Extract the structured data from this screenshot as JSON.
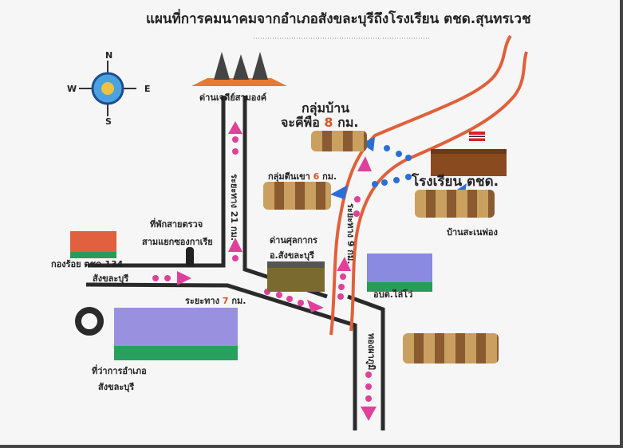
{
  "title": "แผนที่การคมนาคมจากอำเภอสังขละบุรีถึงโรงเรียน ตชด.สุนทรเวช",
  "compass": {
    "n": "N",
    "e": "E",
    "s": "S",
    "w": "W"
  },
  "places": {
    "three_pagodas": "ด่านเจดีย์สามองค์",
    "jakhipho_line1": "กลุ่มบ้าน",
    "jakhipho_line2": "จะคีพือ",
    "jakhipho_km": "8",
    "km": "กม.",
    "tinkhao": "กลุ่มตีนเขา",
    "tinkhao_km": "6",
    "school": "โรงเรียน ตชด.",
    "sanephong": "บ้านสะเนพ่อง",
    "checkpoint_line1": "ที่พักสายตรวจ",
    "checkpoint_line2": "สามแยกซองกาเรีย",
    "company": "กองร้อย ตชด.134",
    "customs_line1": "ด่านศุลกากร",
    "customs_line2": "อ.สังขละบุรี",
    "sangkhla": "สังขละบุรี",
    "distance7_label": "ระยะทาง",
    "distance7_km": "7",
    "lai_wo": "อบต.ไล่โว่",
    "district_office_line1": "ที่ว่าการอำเภอ",
    "district_office_line2": "สังขละบุรี",
    "distance21": "ระยะทาง 21 กม.",
    "distance9": "ระยะทาง 9 กม.",
    "thong_pha_phum": "ทองผาภูมิ"
  },
  "colors": {
    "road": "#2a2a2a",
    "river_road": "#e0603a",
    "route_pink": "#e0409a",
    "route_blue": "#2a6fd6"
  }
}
